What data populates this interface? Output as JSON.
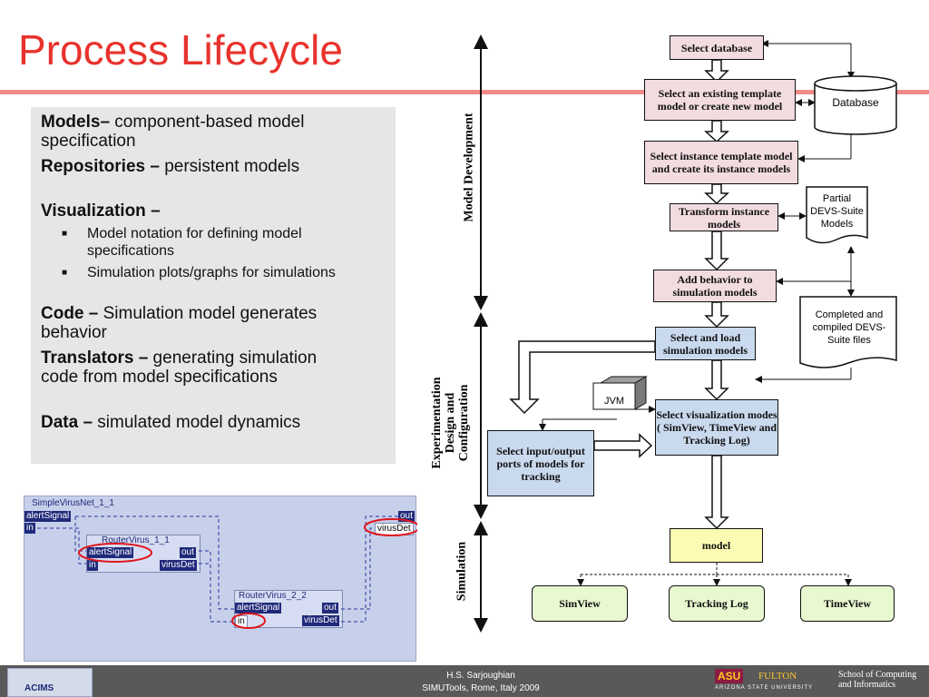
{
  "title": "Process Lifecycle",
  "left_panel": {
    "models_bold": "Models–",
    "models_text": " component-based model specification",
    "repos_bold": "Repositories –",
    "repos_text": " persistent models",
    "vis_bold": "Visualization –",
    "bullet1": "Model notation for defining model specifications",
    "bullet2": "Simulation plots/graphs for simulations",
    "code_bold": "Code –",
    "code_text": " Simulation model generates behavior",
    "trans_bold": "Translators –",
    "trans_text": " generating simulation code from model specifications",
    "data_bold": "Data –",
    "data_text": " simulated model dynamics"
  },
  "diagram": {
    "phase_model_dev": "Model Development",
    "phase_exp_1": "Experimentation",
    "phase_exp_2": "Design and",
    "phase_exp_3": "Configuration",
    "phase_sim": "Simulation",
    "select_db": "Select database",
    "select_template": "Select an existing template model or create new model",
    "database": "Database",
    "select_instance": "Select  instance template model and create its instance models",
    "transform": "Transform instance models",
    "partial": "Partial DEVS-Suite Models",
    "add_behavior": "Add behavior to simulation models",
    "completed": "Completed and compiled DEVS-Suite files",
    "select_load": "Select and load simulation models",
    "jvm": "JVM",
    "select_vis": "Select  visualization modes ( SimView, TimeView and Tracking Log)",
    "select_ports": "Select input/output ports of models for tracking",
    "model": "model",
    "simview": "SimView",
    "tracking": "Tracking Log",
    "timeview": "TimeView"
  },
  "sim_panel": {
    "top_title": "SimpleVirusNet_1_1",
    "alert": "alertSignal",
    "in": "in",
    "out": "out",
    "virusdet": "virusDet",
    "router1": "RouterVirus_1_1",
    "router2": "RouterVirus_2_2"
  },
  "footer": {
    "line1": "H.S. Sarjoughian",
    "line2": "SIMUTools, Rome, Italy 2009",
    "school": "School of Computing and Informatics",
    "asu": "ASU",
    "fulton": "FULTON",
    "asu_full": "ARIZONA STATE UNIVERSITY",
    "acims": "ACIMS"
  }
}
